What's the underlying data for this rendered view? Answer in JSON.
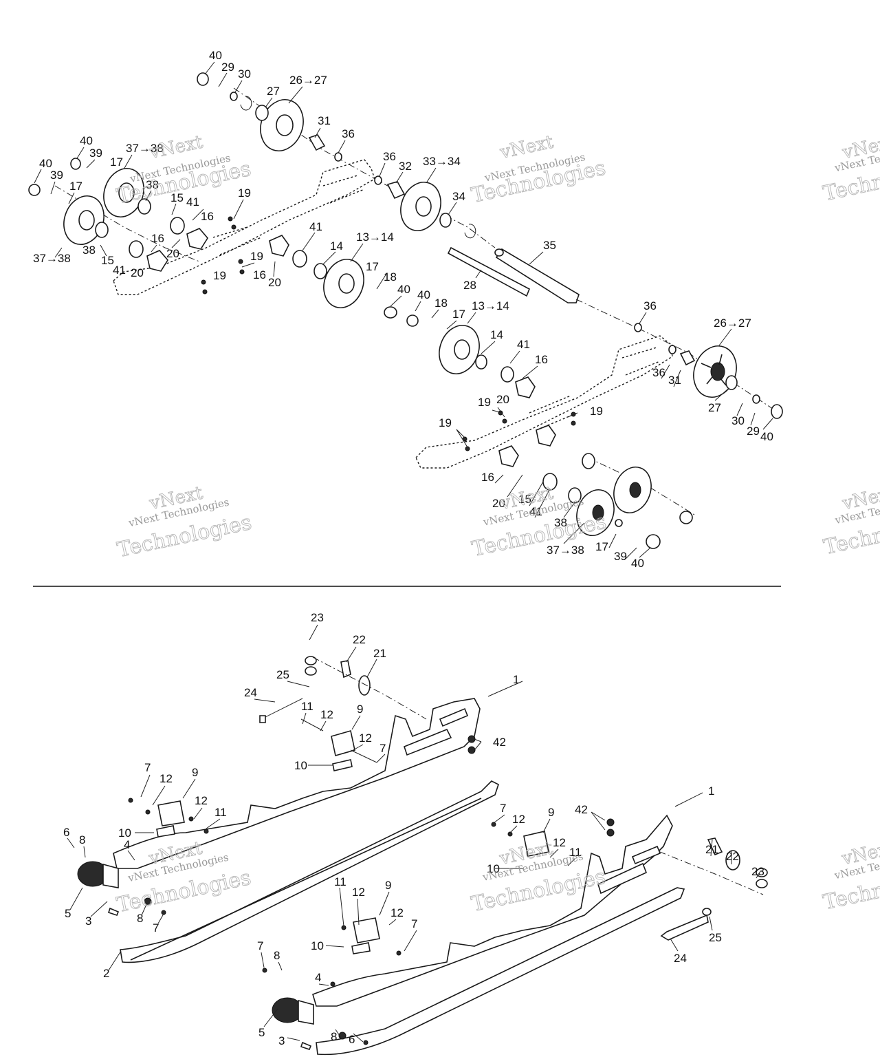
{
  "watermark": {
    "top_line": "vNext",
    "company_line": "vNext Technologies",
    "bottom_line": "Technologies"
  },
  "callouts_upper": [
    {
      "id": "u01",
      "text": "40"
    },
    {
      "id": "u02",
      "text": "29"
    },
    {
      "id": "u03",
      "text": "30"
    },
    {
      "id": "u04",
      "text": "27"
    },
    {
      "id": "u05",
      "text": "26→27"
    },
    {
      "id": "u06",
      "text": "31"
    },
    {
      "id": "u07",
      "text": "36"
    },
    {
      "id": "u08",
      "text": "36"
    },
    {
      "id": "u09",
      "text": "32"
    },
    {
      "id": "u10",
      "text": "33→34"
    },
    {
      "id": "u11",
      "text": "34"
    },
    {
      "id": "u12",
      "text": "35"
    },
    {
      "id": "u13",
      "text": "28"
    },
    {
      "id": "u14",
      "text": "40"
    },
    {
      "id": "u15",
      "text": "39"
    },
    {
      "id": "u16",
      "text": "37→38"
    },
    {
      "id": "u17",
      "text": "17"
    },
    {
      "id": "u18",
      "text": "40"
    },
    {
      "id": "u19",
      "text": "39"
    },
    {
      "id": "u20",
      "text": "17"
    },
    {
      "id": "u21",
      "text": "38"
    },
    {
      "id": "u22",
      "text": "15"
    },
    {
      "id": "u23",
      "text": "41"
    },
    {
      "id": "u24",
      "text": "16"
    },
    {
      "id": "u25",
      "text": "19"
    },
    {
      "id": "u26",
      "text": "37→38"
    },
    {
      "id": "u27",
      "text": "38"
    },
    {
      "id": "u28",
      "text": "15"
    },
    {
      "id": "u29",
      "text": "16"
    },
    {
      "id": "u30",
      "text": "20"
    },
    {
      "id": "u31",
      "text": "41"
    },
    {
      "id": "u32",
      "text": "20"
    },
    {
      "id": "u33",
      "text": "19"
    },
    {
      "id": "u34",
      "text": "19"
    },
    {
      "id": "u35",
      "text": "16"
    },
    {
      "id": "u36",
      "text": "20"
    },
    {
      "id": "u37",
      "text": "41"
    },
    {
      "id": "u38",
      "text": "14"
    },
    {
      "id": "u39",
      "text": "13→14"
    },
    {
      "id": "u40",
      "text": "17"
    },
    {
      "id": "u41",
      "text": "18"
    },
    {
      "id": "u42",
      "text": "40"
    },
    {
      "id": "u43",
      "text": "40"
    },
    {
      "id": "u44",
      "text": "18"
    },
    {
      "id": "u45",
      "text": "17"
    },
    {
      "id": "u46",
      "text": "13→14"
    },
    {
      "id": "u47",
      "text": "14"
    },
    {
      "id": "u48",
      "text": "41"
    },
    {
      "id": "u49",
      "text": "16"
    },
    {
      "id": "u50",
      "text": "20"
    },
    {
      "id": "u51",
      "text": "19"
    },
    {
      "id": "u52",
      "text": "19"
    },
    {
      "id": "u53",
      "text": "19"
    },
    {
      "id": "u54",
      "text": "36"
    },
    {
      "id": "u55",
      "text": "26→27"
    },
    {
      "id": "u56",
      "text": "36"
    },
    {
      "id": "u57",
      "text": "31"
    },
    {
      "id": "u58",
      "text": "27"
    },
    {
      "id": "u59",
      "text": "30"
    },
    {
      "id": "u60",
      "text": "29"
    },
    {
      "id": "u61",
      "text": "40"
    },
    {
      "id": "u62",
      "text": "16"
    },
    {
      "id": "u63",
      "text": "20"
    },
    {
      "id": "u64",
      "text": "15"
    },
    {
      "id": "u65",
      "text": "41"
    },
    {
      "id": "u66",
      "text": "38"
    },
    {
      "id": "u67",
      "text": "37→38"
    },
    {
      "id": "u68",
      "text": "17"
    },
    {
      "id": "u69",
      "text": "39"
    },
    {
      "id": "u70",
      "text": "40"
    }
  ],
  "callouts_lower": [
    {
      "id": "l01",
      "text": "23"
    },
    {
      "id": "l02",
      "text": "22"
    },
    {
      "id": "l03",
      "text": "21"
    },
    {
      "id": "l04",
      "text": "25"
    },
    {
      "id": "l05",
      "text": "24"
    },
    {
      "id": "l06",
      "text": "11"
    },
    {
      "id": "l07",
      "text": "12"
    },
    {
      "id": "l08",
      "text": "9"
    },
    {
      "id": "l09",
      "text": "1"
    },
    {
      "id": "l10",
      "text": "12"
    },
    {
      "id": "l11",
      "text": "42"
    },
    {
      "id": "l12",
      "text": "7"
    },
    {
      "id": "l13",
      "text": "10"
    },
    {
      "id": "l14",
      "text": "7"
    },
    {
      "id": "l15",
      "text": "12"
    },
    {
      "id": "l16",
      "text": "9"
    },
    {
      "id": "l17",
      "text": "12"
    },
    {
      "id": "l18",
      "text": "11"
    },
    {
      "id": "l19",
      "text": "10"
    },
    {
      "id": "l20",
      "text": "6"
    },
    {
      "id": "l21",
      "text": "8"
    },
    {
      "id": "l22",
      "text": "4"
    },
    {
      "id": "l23",
      "text": "5"
    },
    {
      "id": "l24",
      "text": "3"
    },
    {
      "id": "l25",
      "text": "8"
    },
    {
      "id": "l26",
      "text": "7"
    },
    {
      "id": "l27",
      "text": "2"
    },
    {
      "id": "l28",
      "text": "1"
    },
    {
      "id": "l29",
      "text": "7"
    },
    {
      "id": "l30",
      "text": "12"
    },
    {
      "id": "l31",
      "text": "9"
    },
    {
      "id": "l32",
      "text": "42"
    },
    {
      "id": "l33",
      "text": "12"
    },
    {
      "id": "l34",
      "text": "11"
    },
    {
      "id": "l35",
      "text": "10"
    },
    {
      "id": "l36",
      "text": "11"
    },
    {
      "id": "l37",
      "text": "12"
    },
    {
      "id": "l38",
      "text": "9"
    },
    {
      "id": "l39",
      "text": "12"
    },
    {
      "id": "l40",
      "text": "7"
    },
    {
      "id": "l41",
      "text": "21"
    },
    {
      "id": "l42",
      "text": "22"
    },
    {
      "id": "l43",
      "text": "23"
    },
    {
      "id": "l44",
      "text": "7"
    },
    {
      "id": "l45",
      "text": "8"
    },
    {
      "id": "l46",
      "text": "10"
    },
    {
      "id": "l47",
      "text": "4"
    },
    {
      "id": "l48",
      "text": "25"
    },
    {
      "id": "l49",
      "text": "24"
    },
    {
      "id": "l50",
      "text": "5"
    },
    {
      "id": "l51",
      "text": "3"
    },
    {
      "id": "l52",
      "text": "8"
    },
    {
      "id": "l53",
      "text": "6"
    }
  ]
}
